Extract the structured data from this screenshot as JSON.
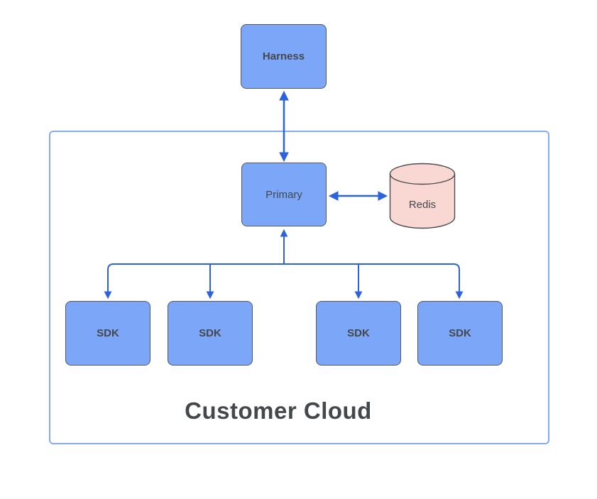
{
  "diagram": {
    "container": {
      "label": "Customer Cloud"
    },
    "harness": {
      "label": "Harness"
    },
    "primary": {
      "label": "Primary"
    },
    "redis": {
      "label": "Redis"
    },
    "sdks": [
      {
        "label": "SDK"
      },
      {
        "label": "SDK"
      },
      {
        "label": "SDK"
      },
      {
        "label": "SDK"
      }
    ],
    "colors": {
      "node_fill": "#7CA6F8",
      "node_border": "#55595D",
      "redis_fill": "#F9D8D4",
      "redis_border": "#4B4B4B",
      "container_border": "#87ABF3",
      "connector": "#2C63DD",
      "text": "#44484C"
    }
  }
}
